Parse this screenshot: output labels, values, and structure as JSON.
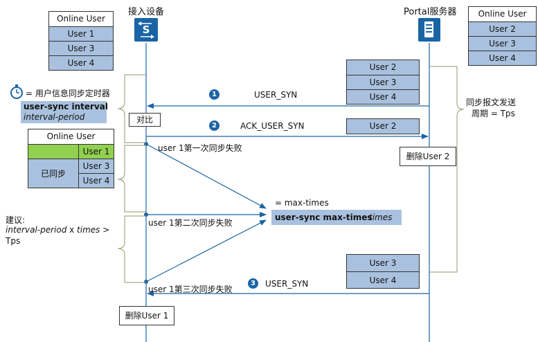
{
  "devices": {
    "access": {
      "label": "接入设备",
      "icon_letter": "S"
    },
    "portal": {
      "label": "Portal服务器"
    }
  },
  "left_table_top": {
    "header": "Online User",
    "rows": [
      "User 1",
      "User 3",
      "User 4"
    ]
  },
  "right_table_top": {
    "header": "Online User",
    "rows": [
      "User 2",
      "User 3",
      "User 4"
    ]
  },
  "mid_table_portal": {
    "rows": [
      "User 2",
      "User 3",
      "User 4"
    ]
  },
  "timer": {
    "label": "= 用户信息同步定时器",
    "command": "user-sync interval",
    "param": "interval-period"
  },
  "compare_label": "对比",
  "left_table_mid": {
    "header": "Online User",
    "rows": [
      "User 1",
      "User 3",
      "User 4"
    ],
    "synced_label": "已同步"
  },
  "messages": {
    "m1": {
      "num": "1",
      "text": "USER_SYN"
    },
    "m2": {
      "num": "2",
      "text": "ACK_USER_SYN",
      "user": "User 2"
    },
    "m3": {
      "num": "3",
      "text": "USER_SYN"
    }
  },
  "failures": {
    "f1": "user 1第一次同步失败",
    "f2": "user 1第二次同步失败",
    "f3": "user 1第三次同步失败"
  },
  "max_times": {
    "eq": "= max-times",
    "command": "user-sync max-times",
    "param": "times"
  },
  "delete_user2": "删除User 2",
  "delete_user1": "删除User 1",
  "period": {
    "line1": "同步报文发送",
    "line2": "周期 = Tps"
  },
  "advice": {
    "title": "建议:",
    "line1_a": "interval-period",
    "line1_b": " x ",
    "line1_c": "times",
    "line1_d": " >",
    "line2": "Tps"
  },
  "bottom_portal_table": {
    "rows": [
      "User 3",
      "User 4"
    ]
  },
  "colors": {
    "line_blue": "#1a64a6",
    "cell_blue": "#a9c1de",
    "cell_green": "#92d050",
    "bracket": "#8c9a6c"
  }
}
